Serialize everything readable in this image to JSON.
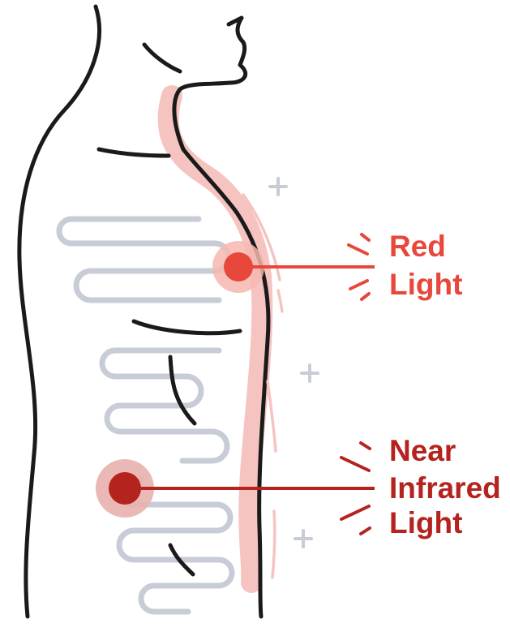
{
  "labels": {
    "red_light": {
      "line1": "Red",
      "line2": "Light"
    },
    "near_infrared_light": {
      "line1": "Near",
      "line2": "Infrared",
      "line3": "Light"
    }
  },
  "colors": {
    "body_outline": "#1a1a1a",
    "skin_highlight": "#f6c4c0",
    "intestine": "#c8ccd6",
    "plus_marks": "#c8ccd6",
    "red_light": "#e8473b",
    "red_light_glow": "#f7b7b0",
    "near_infrared": "#b5231f",
    "near_infrared_glow": "#e9b1ad"
  },
  "icons": {
    "red_light_marker": "red-light-dot-icon",
    "nir_light_marker": "nir-light-dot-icon",
    "plus_marks": "plus-icon"
  }
}
